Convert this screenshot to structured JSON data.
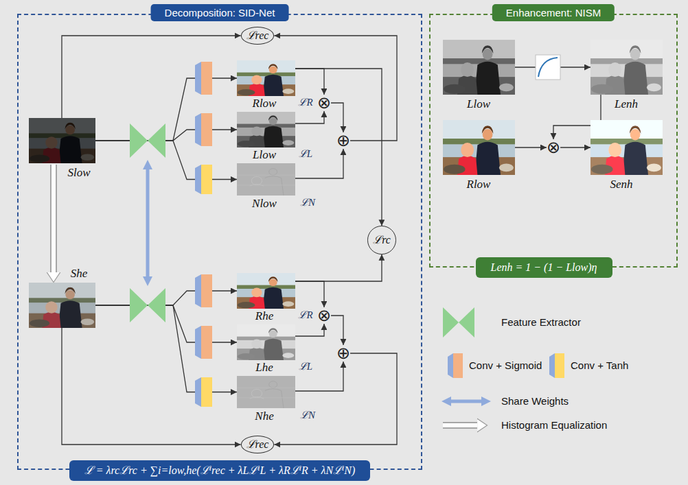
{
  "diagram": {
    "nodes": [
      {
        "text": [
          "Decomposition: SID-Net"
        ]
      },
      {
        "text": [
          "Slow"
        ],
        "in": 0
      },
      {
        "text": [
          "She"
        ],
        "in": 0
      },
      {
        "text": [
          "ℒrec"
        ],
        "in": 0
      },
      {
        "text": [
          "Rlow"
        ],
        "in": 0
      },
      {
        "text": [
          "Llow"
        ],
        "in": 0
      },
      {
        "text": [
          "Nlow"
        ],
        "in": 0
      },
      {
        "text": [
          "⊗"
        ],
        "in": 0
      },
      {
        "text": [
          "⊕"
        ],
        "in": 0
      },
      {
        "text": [
          "ℒrc"
        ],
        "in": 0
      },
      {
        "text": [
          "Rhe"
        ],
        "in": 0
      },
      {
        "text": [
          "Lhe"
        ],
        "in": 0
      },
      {
        "text": [
          "Nhe"
        ],
        "in": 0
      },
      {
        "text": [
          "⊗"
        ],
        "in": 0
      },
      {
        "text": [
          "⊕"
        ],
        "in": 0
      },
      {
        "text": [
          "ℒrec"
        ],
        "in": 0
      },
      {
        "text": [
          "ℒ = λrcℒrc + ∑i=low,he(ℒⁱrec + λLℒⁱL + λRℒⁱR + λNℒⁱN)"
        ],
        "in": 0
      },
      {
        "text": [
          "Enhancement: NISM"
        ]
      },
      {
        "text": [
          "Llow"
        ],
        "in": 17
      },
      {
        "text": [
          "Lenh"
        ],
        "in": 17
      },
      {
        "text": [
          "Rlow"
        ],
        "in": 17
      },
      {
        "text": [
          "⊗"
        ],
        "in": 17
      },
      {
        "text": [
          "Senh"
        ],
        "in": 17
      },
      {
        "text": [
          "Lenh = 1 − (1 − Llow)η"
        ],
        "in": 17
      }
    ],
    "edges": [
      {
        "from": 1,
        "to": 3,
        "arrow": "to"
      },
      {
        "from": 1,
        "to": 4,
        "arrow": "to"
      },
      {
        "from": 1,
        "to": 5,
        "arrow": "to"
      },
      {
        "from": 1,
        "to": 6,
        "arrow": "to"
      },
      {
        "from": 4,
        "to": 7,
        "arrow": "to"
      },
      {
        "from": 5,
        "to": 7,
        "arrow": "to"
      },
      {
        "from": 7,
        "to": 8,
        "arrow": "to"
      },
      {
        "from": 6,
        "to": 8,
        "arrow": "to"
      },
      {
        "from": 8,
        "to": 3,
        "arrow": "to"
      },
      {
        "from": 4,
        "to": 9,
        "arrow": "to"
      },
      {
        "from": 1,
        "to": 2,
        "arrow": "to"
      },
      {
        "from": 2,
        "to": 10,
        "arrow": "to"
      },
      {
        "from": 2,
        "to": 11,
        "arrow": "to"
      },
      {
        "from": 2,
        "to": 12,
        "arrow": "to"
      },
      {
        "from": 10,
        "to": 13,
        "arrow": "to"
      },
      {
        "from": 11,
        "to": 13,
        "arrow": "to"
      },
      {
        "from": 13,
        "to": 14,
        "arrow": "to"
      },
      {
        "from": 12,
        "to": 14,
        "arrow": "to"
      },
      {
        "from": 14,
        "to": 15,
        "arrow": "to"
      },
      {
        "from": 2,
        "to": 15,
        "arrow": "to"
      },
      {
        "from": 10,
        "to": 9,
        "arrow": "to"
      },
      {
        "from": 18,
        "to": 19,
        "arrow": "to"
      },
      {
        "from": 19,
        "to": 21,
        "arrow": "to"
      },
      {
        "from": 20,
        "to": 21,
        "arrow": "to"
      },
      {
        "from": 21,
        "to": 22,
        "arrow": "to"
      }
    ],
    "labels": [
      "ℒR",
      "ℒL",
      "ℒN",
      "ℒR",
      "ℒL",
      "ℒN"
    ],
    "legend": [
      {
        "text": "Feature Extractor"
      },
      {
        "text": "Conv + Sigmoid"
      },
      {
        "text": "Conv + Tanh"
      },
      {
        "text": "Share Weights"
      },
      {
        "text": "Histogram Equalization"
      }
    ]
  }
}
